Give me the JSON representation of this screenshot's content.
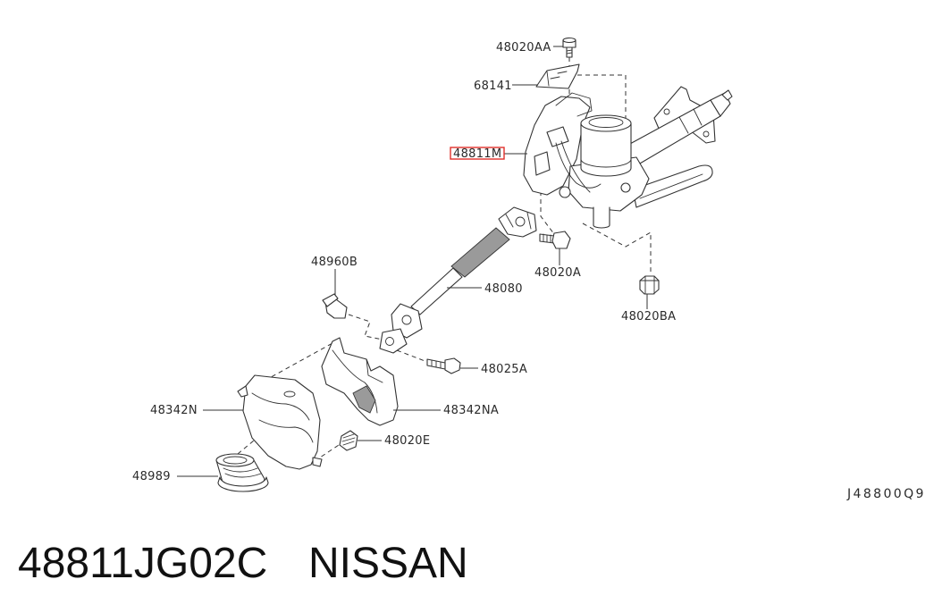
{
  "diagram": {
    "callouts": {
      "bolt_top": "48020AA",
      "bracket": "68141",
      "column_assembly": "48811M",
      "bushing": "48960B",
      "intermediate_shaft": "48080",
      "bolt_column": "48020A",
      "nut": "48020BA",
      "bolt_shaft": "48025A",
      "cover_lower": "48342N",
      "cover_upper": "48342NA",
      "clip": "48020E",
      "seal": "48989"
    },
    "reference_code": "J48800Q9",
    "highlight_color": "#e0302a",
    "line_color": "#333333"
  },
  "caption": {
    "part_number": "48811JG02C",
    "brand": "NISSAN"
  }
}
